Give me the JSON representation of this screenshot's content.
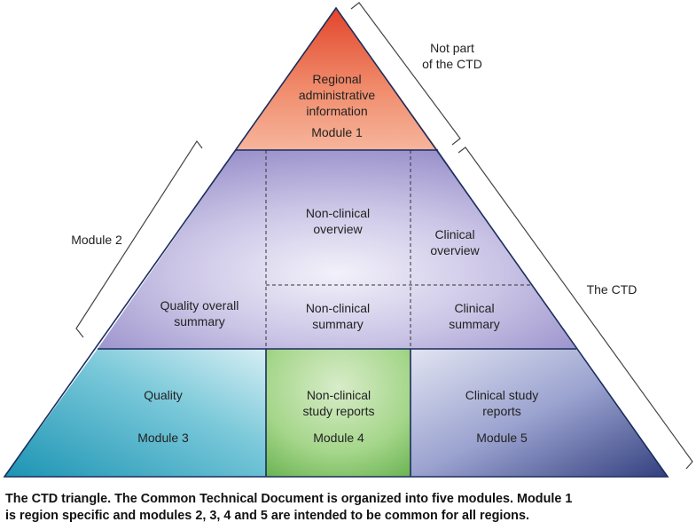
{
  "modules": {
    "module1": {
      "lines": [
        "Regional",
        "administrative",
        "information"
      ],
      "module_label": "Module 1"
    },
    "module2": {
      "quality_summary": [
        "Quality overall",
        "summary"
      ],
      "nonclinical_overview": [
        "Non-clinical",
        "overview"
      ],
      "nonclinical_summary": [
        "Non-clinical",
        "summary"
      ],
      "clinical_overview": [
        "Clinical",
        "overview"
      ],
      "clinical_summary": [
        "Clinical",
        "summary"
      ]
    },
    "module3": {
      "lines": [
        "Quality"
      ],
      "module_label": "Module 3"
    },
    "module4": {
      "lines": [
        "Non-clinical",
        "study reports"
      ],
      "module_label": "Module 4"
    },
    "module5": {
      "lines": [
        "Clinical study",
        "reports"
      ],
      "module_label": "Module 5"
    }
  },
  "annotations": {
    "not_part": [
      "Not part",
      "of the CTD"
    ],
    "module2": "Module 2",
    "the_ctd": "The CTD"
  },
  "caption": [
    "The CTD triangle. The Common Technical Document is organized into five modules. Module 1",
    "is region specific and modules 2, 3, 4 and 5 are intended to be common for all regions."
  ],
  "colors": {
    "module1_top": "#e2452c",
    "module1_bottom": "#f6b59c",
    "module2": "#a49ad0",
    "module3": "#2aa3bd",
    "module4": "#7fc46a",
    "module5": "#3e4a92",
    "outline": "#1a2d5c"
  }
}
